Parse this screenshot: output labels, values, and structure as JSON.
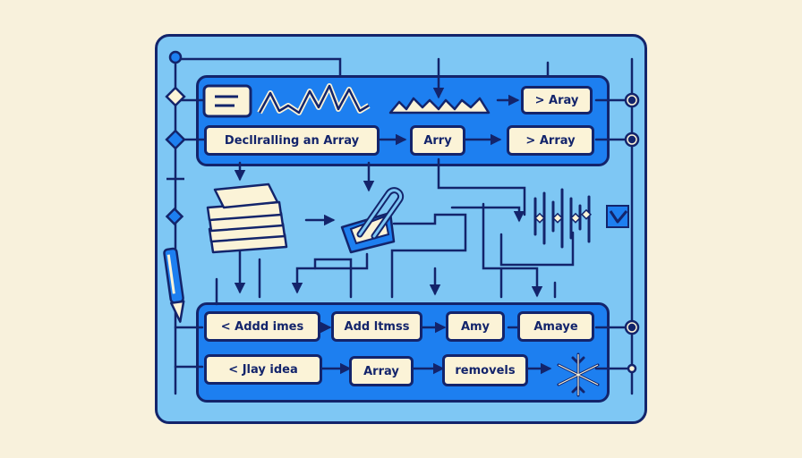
{
  "top_row": {
    "array_1": "> Aray",
    "declaring": "Decllralling an Array",
    "arry": "Arry",
    "array_2": "> Array"
  },
  "bottom_row": {
    "add_items_1": "< Addd imes",
    "add_items_2": "Add ltmss",
    "amy": "Amy",
    "amaye": "Amaye",
    "jlay_idea": "< Jlay idea",
    "array": "Array",
    "removels": "removels"
  },
  "colors": {
    "background": "#f8f1dc",
    "board": "#7ec7f4",
    "panel": "#1d7ff0",
    "box": "#fbf3d7",
    "ink": "#13246b"
  }
}
